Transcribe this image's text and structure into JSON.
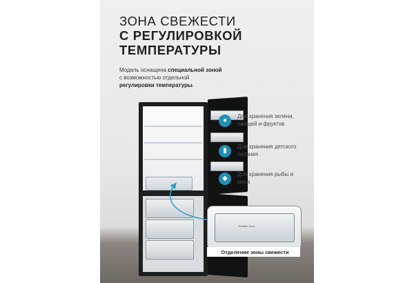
{
  "title": {
    "line1": "ЗОНА СВЕЖЕСТИ",
    "line2": "С РЕГУЛИРОВКОЙ",
    "line3": "ТЕМПЕРАТУРЫ"
  },
  "description": {
    "part1": "Модель оснащена ",
    "bold1": "специальной зоной",
    "part2": "с возможностью отдельной",
    "bold2": "регулировки температуры",
    "part3": "."
  },
  "features": [
    {
      "icon": "apple-icon",
      "glyph": "●",
      "text": "Для хранения зелени, овощей и фруктов"
    },
    {
      "icon": "baby-bottle-icon",
      "glyph": "▮",
      "text": "Для хранения детского питания"
    },
    {
      "icon": "fish-icon",
      "glyph": "◆",
      "text": "Для хранения рыбы и мяса"
    }
  ],
  "zoom": {
    "logo": "Variable Zone"
  },
  "caption": "Отделение зоны свежести",
  "colors": {
    "accent": "#1f8fb3",
    "fridge": "#1e1e1e"
  }
}
